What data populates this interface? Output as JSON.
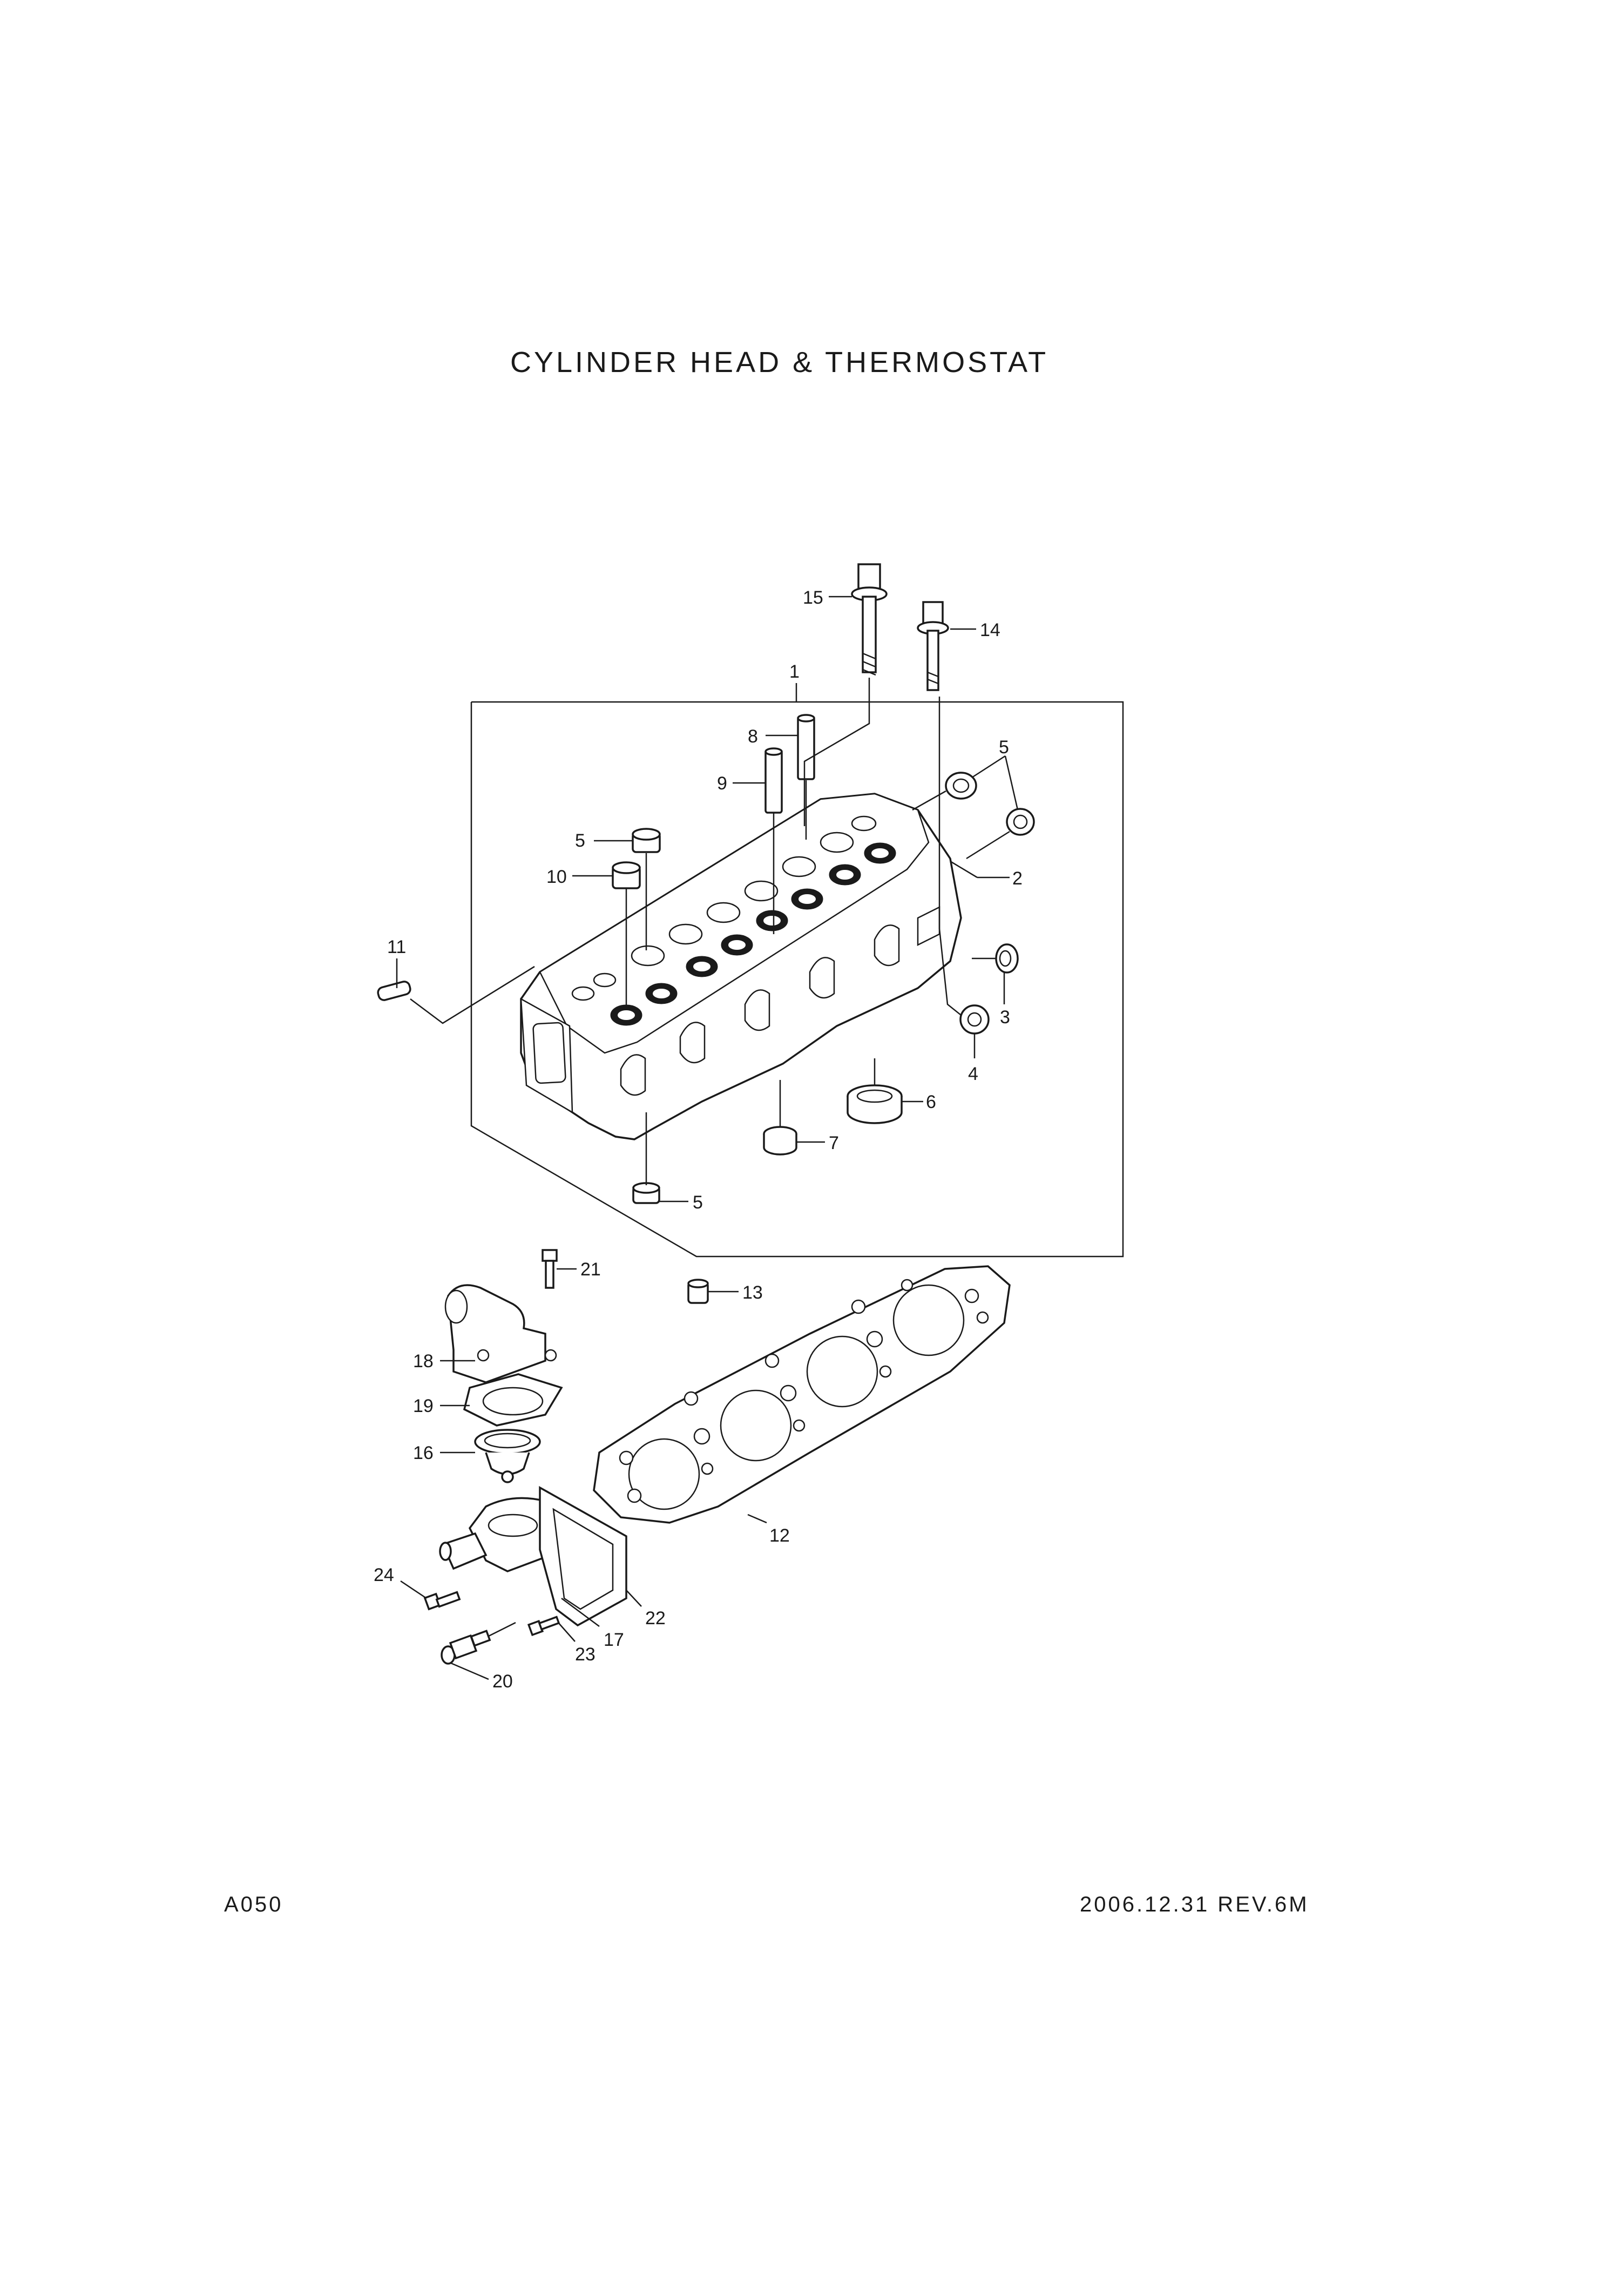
{
  "title": "CYLINDER HEAD & THERMOSTAT",
  "page_code": "A050",
  "revision": "2006.12.31 REV.6M",
  "callouts": [
    "1",
    "2",
    "3",
    "4",
    "5",
    "5",
    "5",
    "5",
    "6",
    "7",
    "8",
    "9",
    "10",
    "11",
    "12",
    "13",
    "14",
    "15",
    "16",
    "17",
    "18",
    "19",
    "20",
    "21",
    "22",
    "23",
    "24"
  ]
}
